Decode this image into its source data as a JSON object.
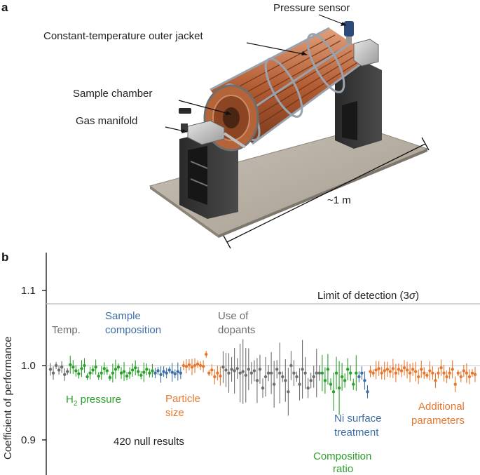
{
  "panel_a": {
    "letter": "a",
    "labels": {
      "pressure_sensor": "Pressure sensor",
      "outer_jacket": "Constant-temperature outer jacket",
      "sample_chamber": "Sample chamber",
      "gas_manifold": "Gas manifold",
      "scale": "~1 m"
    }
  },
  "panel_b": {
    "letter": "b",
    "colors": {
      "gray": "#6e6e6e",
      "green": "#2ca02c",
      "blue": "#3d6fa6",
      "orange": "#e8772e"
    },
    "limit_label": "Limit of detection (3",
    "limit_sigma": "σ",
    "limit_close": ")",
    "null_results": "420 null results",
    "groups": {
      "temp": "Temp.",
      "h2_h": "H",
      "h2_sub": "2",
      "h2_rest": " pressure",
      "sample_comp_1": "Sample",
      "sample_comp_2": "composition",
      "particle_1": "Particle",
      "particle_2": "size",
      "dopants_1": "Use of",
      "dopants_2": "dopants",
      "ni_1": "Ni surface",
      "ni_2": "treatment",
      "comp_ratio_1": "Composition",
      "comp_ratio_2": "ratio",
      "additional_1": "Additional",
      "additional_2": "parameters"
    }
  },
  "chart_data": {
    "type": "scatter",
    "title": "",
    "xlabel": "",
    "ylabel": "Coefficient of performance",
    "ylim": [
      0.86,
      1.16
    ],
    "yticks": [
      0.9,
      1.0,
      1.1
    ],
    "ytick_labels": [
      "0.9",
      "1.0",
      "1.1"
    ],
    "reference_lines": [
      {
        "y": 1.083,
        "label": "Limit of detection (3σ)"
      },
      {
        "y": 1.0,
        "label": ""
      }
    ],
    "series": [
      {
        "name": "Temp.",
        "color": "gray",
        "x_range": [
          0,
          6
        ],
        "values": [
          0.995,
          0.99,
          1.0,
          0.994,
          0.998,
          0.988,
          0.992
        ]
      },
      {
        "name": "H2 pressure",
        "color": "green",
        "x_range": [
          7,
          36
        ],
        "values": [
          1.001,
          0.998,
          0.993,
          0.989,
          0.996,
          1.0,
          0.985,
          0.99,
          0.994,
          0.998,
          0.986,
          0.99,
          0.996,
          0.993,
          0.984,
          0.99,
          0.995,
          0.998,
          0.99,
          0.992,
          0.986,
          0.99,
          0.994,
          0.997,
          0.992,
          0.987,
          0.991,
          0.995,
          0.99,
          0.993
        ]
      },
      {
        "name": "Sample composition",
        "color": "blue",
        "x_range": [
          37,
          46
        ],
        "values": [
          0.99,
          0.993,
          0.988,
          0.992,
          0.99,
          0.994,
          0.991,
          0.989,
          0.992,
          0.99
        ]
      },
      {
        "name": "Particle size",
        "color": "orange",
        "x_range": [
          47,
          60
        ],
        "values": [
          1.0,
          0.999,
          1.001,
          0.998,
          1.0,
          1.002,
          1.0,
          0.999,
          1.015,
          0.99,
          0.994,
          0.985,
          0.99,
          0.986
        ]
      },
      {
        "name": "Use of dopants",
        "color": "gray",
        "x_range": [
          61,
          95
        ],
        "values": [
          0.998,
          0.994,
          0.99,
          0.995,
          0.993,
          0.996,
          0.99,
          0.992,
          0.987,
          0.995,
          0.99,
          0.993,
          0.98,
          0.995,
          0.97,
          0.985,
          0.99,
          0.99,
          0.975,
          0.995,
          0.99,
          0.985,
          0.98,
          0.965,
          1.0,
          0.99,
          0.985,
          0.975,
          0.995,
          0.99,
          0.97,
          0.98,
          0.985,
          0.99,
          0.99
        ]
      },
      {
        "name": "Composition ratio",
        "color": "green",
        "x_range": [
          96,
          108
        ],
        "values": [
          0.99,
          0.98,
          0.995,
          0.975,
          0.965,
          0.99,
          0.97,
          0.985,
          0.98,
          0.995,
          0.99,
          0.975,
          0.99
        ]
      },
      {
        "name": "Ni surface treatment",
        "color": "blue",
        "x_range": [
          109,
          112
        ],
        "values": [
          0.985,
          0.99,
          0.98,
          0.965
        ]
      },
      {
        "name": "Additional parameters",
        "color": "orange",
        "x_range": [
          113,
          150
        ],
        "values": [
          0.992,
          0.99,
          0.994,
          0.996,
          0.99,
          0.993,
          0.995,
          0.992,
          0.996,
          0.99,
          0.995,
          0.993,
          0.997,
          0.994,
          0.99,
          0.995,
          0.992,
          0.985,
          0.995,
          0.99,
          0.987,
          0.993,
          0.99,
          0.98,
          0.99,
          0.997,
          0.99,
          0.985,
          0.99,
          0.995,
          0.975,
          0.99,
          0.985,
          0.993,
          0.99,
          0.985,
          0.99,
          0.988
        ]
      }
    ]
  }
}
